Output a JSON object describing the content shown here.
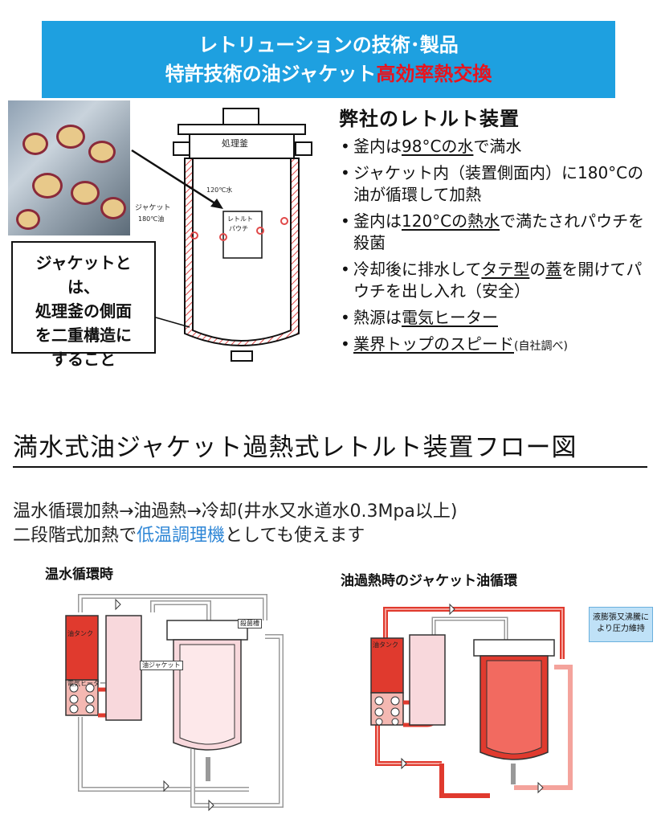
{
  "banner": {
    "line1": "レトリューションの技術･製品",
    "line2_prefix": "特許技術の油ジャケット",
    "line2_highlight": "高効率熱交換"
  },
  "diagram_top": {
    "kettle": "処理釜",
    "water": "120℃水",
    "jacket": "ジャケット",
    "oil": "180℃油",
    "pouch_line1": "レトルト",
    "pouch_line2": "パウチ"
  },
  "callout": {
    "line1": "ジャケットとは、",
    "line2": "処理釜の側面",
    "line3": "を二重構造に",
    "line4": "すること"
  },
  "features": {
    "title": "弊社のレトルト装置",
    "items": [
      {
        "pre": "釜内は",
        "u1": "98°Cの水",
        "post": "で満水"
      },
      {
        "pre": "ジャケット内（装置側面内）に180°Cの油が循環して加熱"
      },
      {
        "pre": "釜内は",
        "u1": "120°Cの熱水",
        "post": "で満たされパウチを殺菌"
      },
      {
        "pre": "冷却後に排水して",
        "u1": "タテ型",
        "mid": "の",
        "u2": "蓋",
        "post": "を開けてパウチを出し入れ（安全）"
      },
      {
        "pre": "熱源は",
        "u1": "電気ヒーター"
      },
      {
        "u1": "業界トップのスピード",
        "small": "(自社調べ)"
      }
    ]
  },
  "flow": {
    "title": "満水式油ジャケット過熱式レトルト装置フロー図",
    "desc1": "温水循環加熱→油過熱→冷却(井水又水道水0.3Mpa以上)",
    "desc2_pre": "二段階式加熱で",
    "desc2_highlight": "低温調理機",
    "desc2_post": "としても使えます",
    "left_title": "温水循環時",
    "right_title": "油過熱時のジャケット油循環",
    "note": "液膨張又沸騰により圧力維持"
  },
  "flow_labels": {
    "left_sterilize": "殺菌槽",
    "left_jacket": "油ジャケット",
    "left_tank": "油タンク",
    "left_heater": "電気ヒーター",
    "right_tank": "油タンク"
  },
  "colors": {
    "banner_bg": "#1ea0e0",
    "highlight_red": "#e8141e",
    "highlight_blue": "#2e86d6",
    "heater_red": "#e03a2e"
  }
}
